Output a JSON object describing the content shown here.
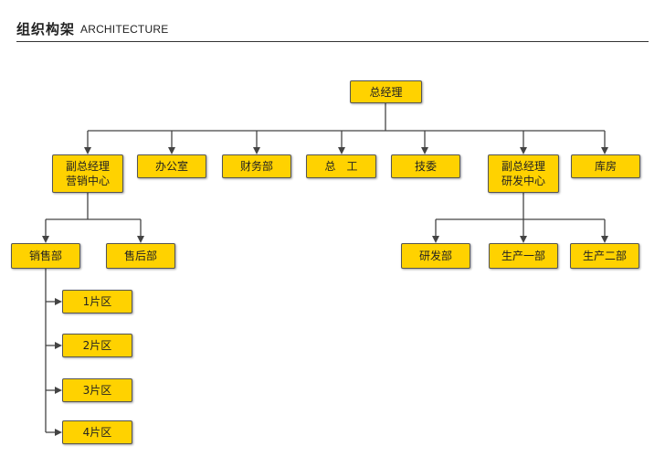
{
  "header": {
    "title_zh": "组织构架",
    "title_en": "ARCHITECTURE"
  },
  "org": {
    "ceo": "总经理",
    "vp_marketing": {
      "line1": "副总经理",
      "line2": "营销中心"
    },
    "office": "办公室",
    "finance": "财务部",
    "chief_engineer": "总　工",
    "tech_committee": "技委",
    "vp_rd": {
      "line1": "副总经理",
      "line2": "研发中心"
    },
    "warehouse": "库房",
    "sales": "销售部",
    "after_sales": "售后部",
    "rd_dept": "研发部",
    "production1": "生产一部",
    "production2": "生产二部",
    "regions": [
      "1片区",
      "2片区",
      "3片区",
      "4片区"
    ]
  },
  "colors": {
    "box_fill": "#FFD200",
    "line": "#444444"
  }
}
